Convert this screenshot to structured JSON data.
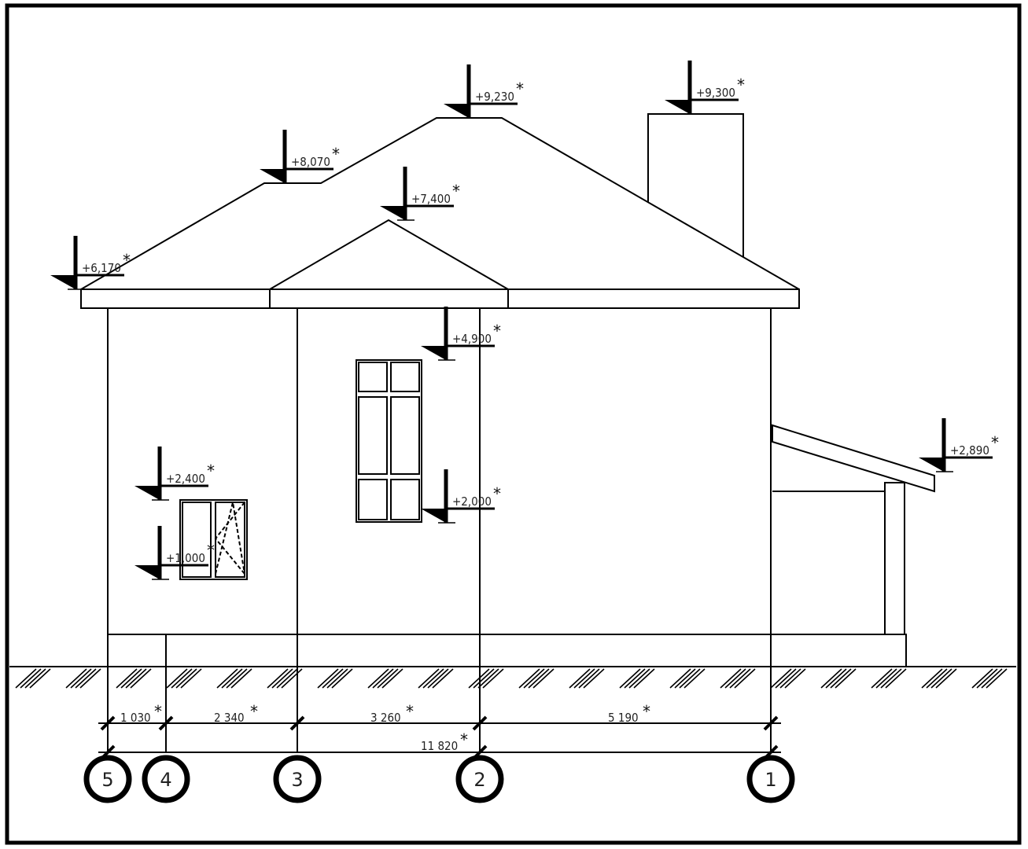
{
  "drawing": {
    "type": "building-elevation",
    "levels": [
      "+6,170",
      "+8,070",
      "+9,230",
      "+7,400",
      "+9,300",
      "+4,900",
      "+2,400",
      "+1,000",
      "+2,000",
      "+2,890"
    ],
    "level_mark": "*",
    "dimensions_row1": [
      "1 030",
      "2 340",
      "3 260",
      "5 190"
    ],
    "dimension_total": "11 820",
    "axes": [
      "5",
      "4",
      "3",
      "2",
      "1"
    ]
  }
}
